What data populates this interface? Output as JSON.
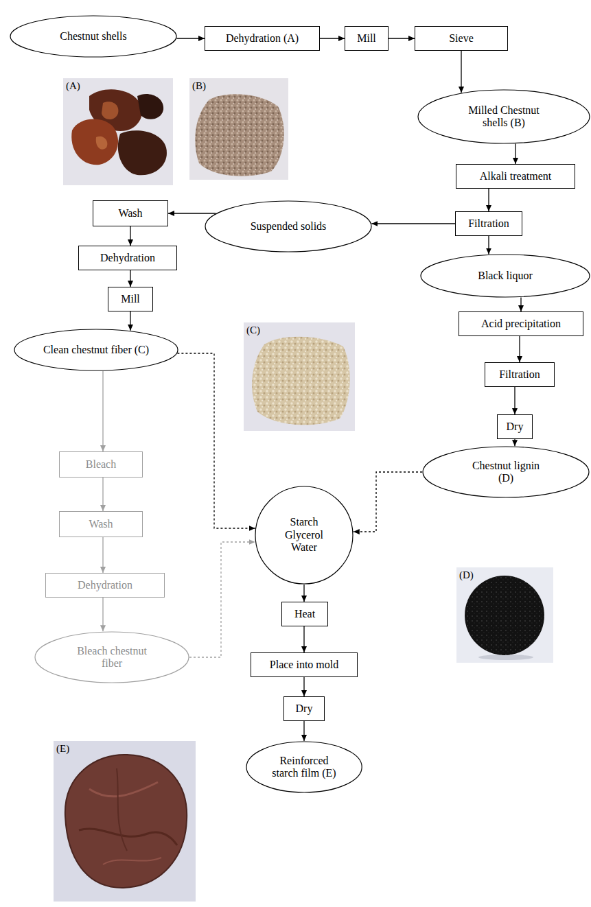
{
  "diagram": {
    "nodes": [
      {
        "text": [
          "Chestnut shells"
        ]
      },
      {
        "text": [
          "Dehydration (A)"
        ]
      },
      {
        "text": [
          "Mill"
        ]
      },
      {
        "text": [
          "Sieve"
        ]
      },
      {
        "text": [
          "Milled Chestnut shells (B)"
        ]
      },
      {
        "text": [
          "Alkali treatment"
        ]
      },
      {
        "text": [
          "Wash"
        ]
      },
      {
        "text": [
          "Suspended solids"
        ]
      },
      {
        "text": [
          "Filtration"
        ]
      },
      {
        "text": [
          "Dehydration"
        ]
      },
      {
        "text": [
          "Black liquor"
        ]
      },
      {
        "text": [
          "Mill"
        ]
      },
      {
        "text": [
          "Acid precipitation"
        ]
      },
      {
        "text": [
          "Clean chestnut fiber (C)"
        ]
      },
      {
        "text": [
          "Filtration"
        ]
      },
      {
        "text": [
          "Dry"
        ]
      },
      {
        "text": [
          "Bleach"
        ]
      },
      {
        "text": [
          "Chestnut lignin (D)"
        ]
      },
      {
        "text": [
          "Starch Glycerol Water"
        ]
      },
      {
        "text": [
          "Wash"
        ]
      },
      {
        "text": [
          "Dehydration"
        ]
      },
      {
        "text": [
          "Heat"
        ]
      },
      {
        "text": [
          "Bleach chestnut fiber"
        ]
      },
      {
        "text": [
          "Place into mold"
        ]
      },
      {
        "text": [
          "Dry"
        ]
      },
      {
        "text": [
          "Reinforced starch film (E)"
        ]
      }
    ],
    "edges": [
      {
        "from": 0,
        "to": 1,
        "arrow": "to"
      },
      {
        "from": 1,
        "to": 2,
        "arrow": "to"
      },
      {
        "from": 2,
        "to": 3,
        "arrow": "to"
      },
      {
        "from": 3,
        "to": 4,
        "arrow": "to"
      },
      {
        "from": 4,
        "to": 5,
        "arrow": "to"
      },
      {
        "from": 5,
        "to": 8,
        "arrow": "to"
      },
      {
        "from": 8,
        "to": 7,
        "arrow": "to"
      },
      {
        "from": 7,
        "to": 6,
        "arrow": "to"
      },
      {
        "from": 6,
        "to": 9,
        "arrow": "to"
      },
      {
        "from": 9,
        "to": 11,
        "arrow": "to"
      },
      {
        "from": 11,
        "to": 13,
        "arrow": "to"
      },
      {
        "from": 8,
        "to": 10,
        "arrow": "to"
      },
      {
        "from": 10,
        "to": 12,
        "arrow": "to"
      },
      {
        "from": 12,
        "to": 14,
        "arrow": "to"
      },
      {
        "from": 14,
        "to": 15,
        "arrow": "to"
      },
      {
        "from": 15,
        "to": 17,
        "arrow": "to"
      },
      {
        "from": 13,
        "to": 18,
        "arrow": "to"
      },
      {
        "from": 13,
        "to": 16,
        "arrow": "to"
      },
      {
        "from": 16,
        "to": 19,
        "arrow": "to"
      },
      {
        "from": 19,
        "to": 20,
        "arrow": "to"
      },
      {
        "from": 20,
        "to": 22,
        "arrow": "to"
      },
      {
        "from": 22,
        "to": 18,
        "arrow": "to"
      },
      {
        "from": 17,
        "to": 18,
        "arrow": "to"
      },
      {
        "from": 18,
        "to": 21,
        "arrow": "to"
      },
      {
        "from": 21,
        "to": 23,
        "arrow": "to"
      },
      {
        "from": 23,
        "to": 24,
        "arrow": "to"
      },
      {
        "from": 24,
        "to": 25,
        "arrow": "to"
      }
    ],
    "labels": [
      "(A)",
      "(B)",
      "(C)",
      "(D)",
      "(E)"
    ]
  }
}
